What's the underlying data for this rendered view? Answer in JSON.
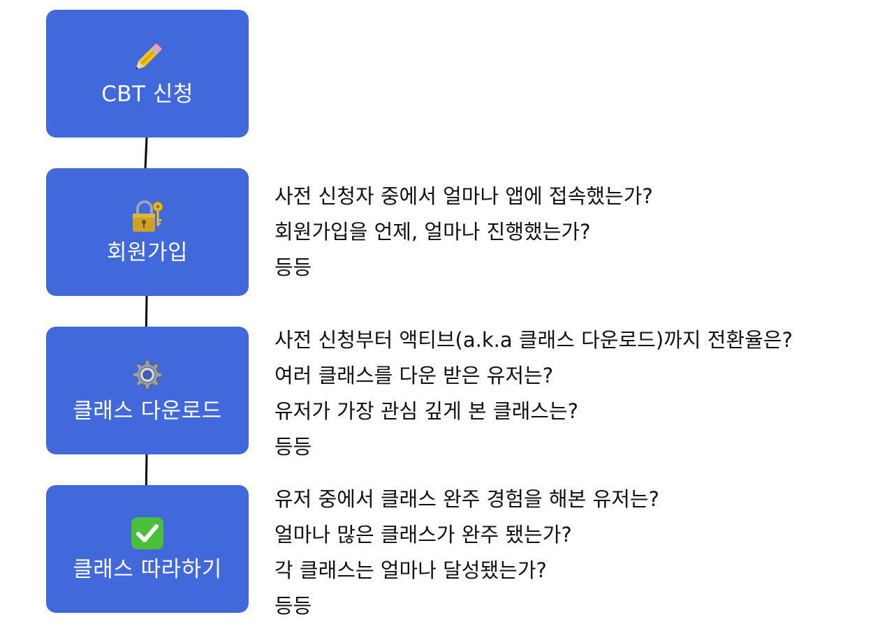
{
  "colors": {
    "box": "#4169dc",
    "box_text": "#ffffff",
    "question_text": "#111111",
    "connector": "#000000"
  },
  "steps": [
    {
      "label": "CBT 신청",
      "icon": "pencil-icon",
      "questions": []
    },
    {
      "label": "회원가입",
      "icon": "lock-with-key-icon",
      "questions": [
        "사전 신청자 중에서 얼마나 앱에 접속했는가?",
        "회원가입을 언제, 얼마나 진행했는가?",
        "등등"
      ]
    },
    {
      "label": "클래스 다운로드",
      "icon": "gear-icon",
      "questions": [
        "사전 신청부터 액티브(a.k.a 클래스 다운로드)까지 전환율은?",
        "여러 클래스를 다운 받은 유저는?",
        "유저가 가장 관심 깊게 본 클래스는?",
        "등등"
      ]
    },
    {
      "label": "클래스 따라하기",
      "icon": "check-mark-button-icon",
      "questions": [
        "유저 중에서 클래스 완주 경험을 해본 유저는?",
        "얼마나 많은 클래스가 완주 됐는가?",
        "각 클래스는 얼마나 달성됐는가?",
        "등등"
      ]
    }
  ]
}
